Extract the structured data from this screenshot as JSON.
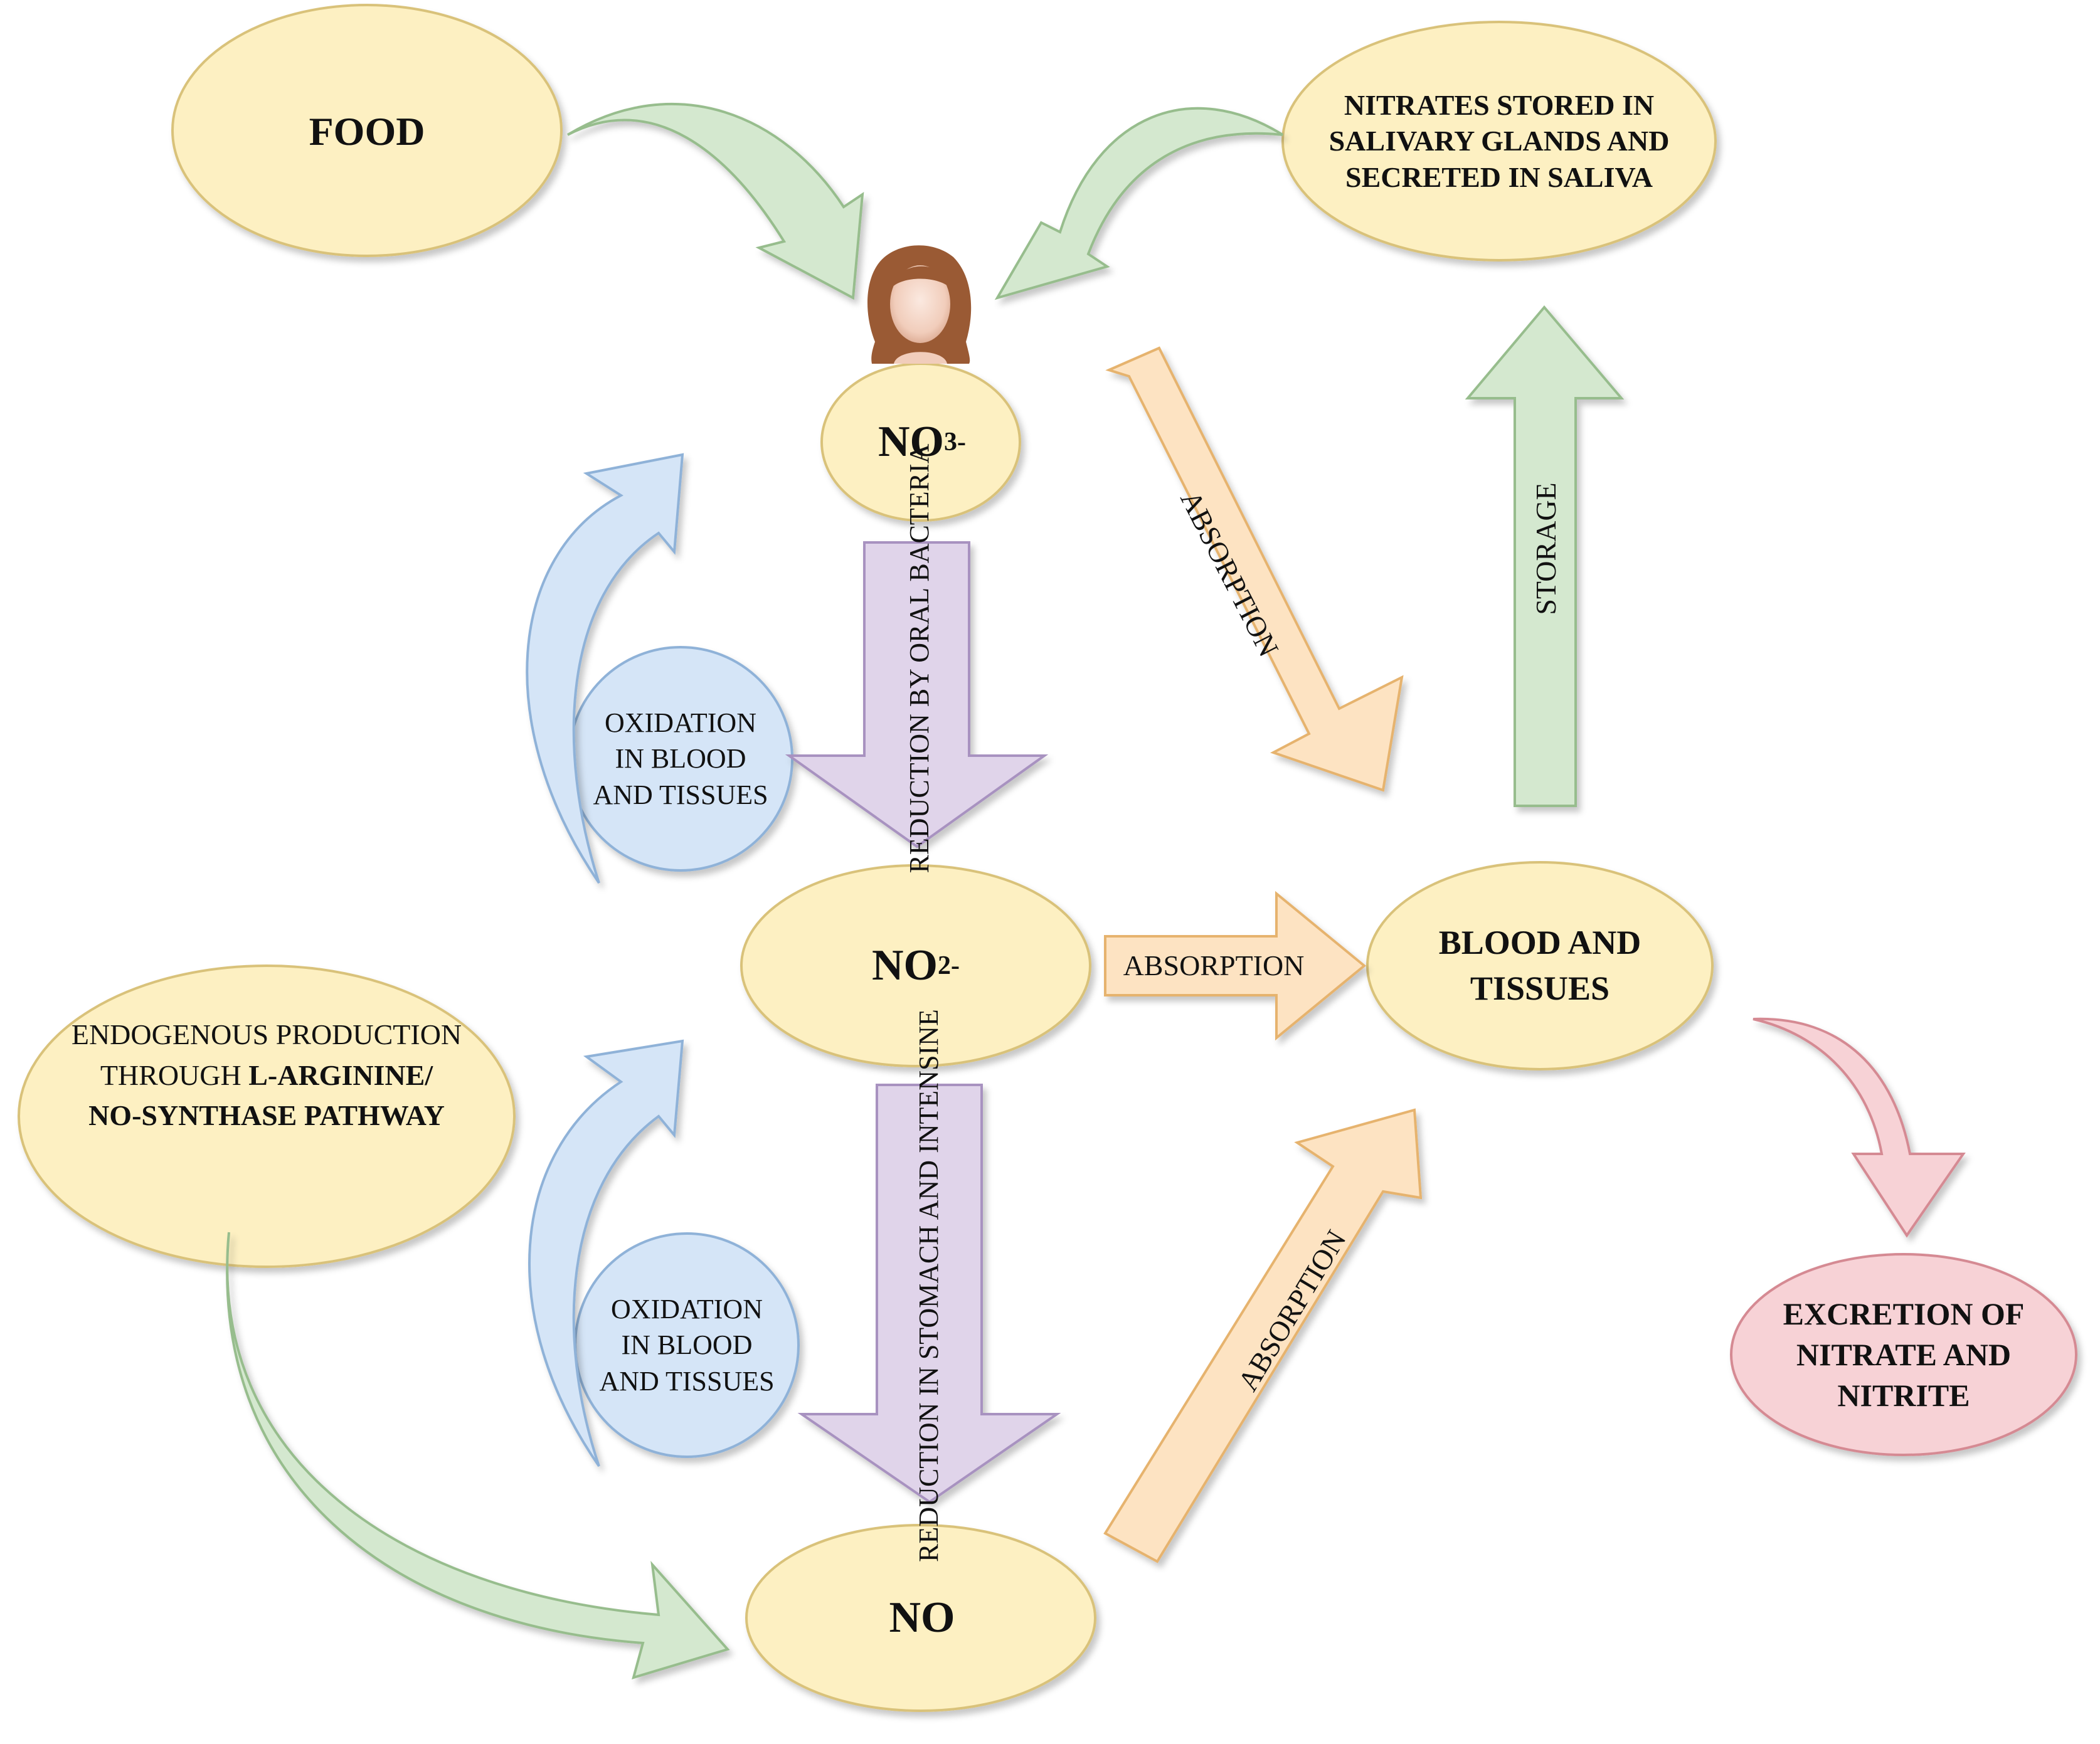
{
  "nodes": {
    "food": "FOOD",
    "saliva": "NITRATES STORED IN\nSALIVARY GLANDS AND\nSECRETED IN SALIVA",
    "nitrate_base": "NO",
    "nitrate_sub": "3",
    "nitrate_sup": "-",
    "nitrite_base": "NO",
    "nitrite_sub": "2",
    "nitrite_sup": "-",
    "no": "NO",
    "blood_tissues": "BLOOD AND\nTISSUES",
    "endogenous_line1": "ENDOGENOUS PRODUCTION",
    "endogenous_line2_plain": "THROUGH ",
    "endogenous_line2_bold": "L-ARGININE/",
    "endogenous_line3": "NO-SYNTHASE PATHWAY",
    "excretion": "EXCRETION OF\nNITRATE AND\nNITRITE",
    "oxidation_top": "OXIDATION\nIN BLOOD\nAND TISSUES",
    "oxidation_bottom": "OXIDATION\nIN BLOOD\nAND TISSUES"
  },
  "arrows": {
    "reduction_oral": "REDUCTION BY\nORAL BACTERIA",
    "reduction_stomach": "REDUCTION IN\nSTOMACH AND\nINTENSINE",
    "absorption_nitrate": "ABSORPTION",
    "absorption_nitrite": "ABSORPTION",
    "absorption_no": "ABSORPTION",
    "storage": "STORAGE"
  },
  "icons": {
    "person": "person-head-icon"
  },
  "colors": {
    "node_fill": "#fdf0c2",
    "node_stroke": "#d9c27a",
    "green_fill": "#d4e8cf",
    "green_stroke": "#97bd8d",
    "purple_fill": "#e0d4ea",
    "purple_stroke": "#a892c0",
    "orange_fill": "#fde3c2",
    "orange_stroke": "#e6b36e",
    "blue_fill": "#d5e5f7",
    "blue_stroke": "#8fb2d8",
    "red_fill": "#f7d2d6",
    "red_stroke": "#d58a93"
  }
}
